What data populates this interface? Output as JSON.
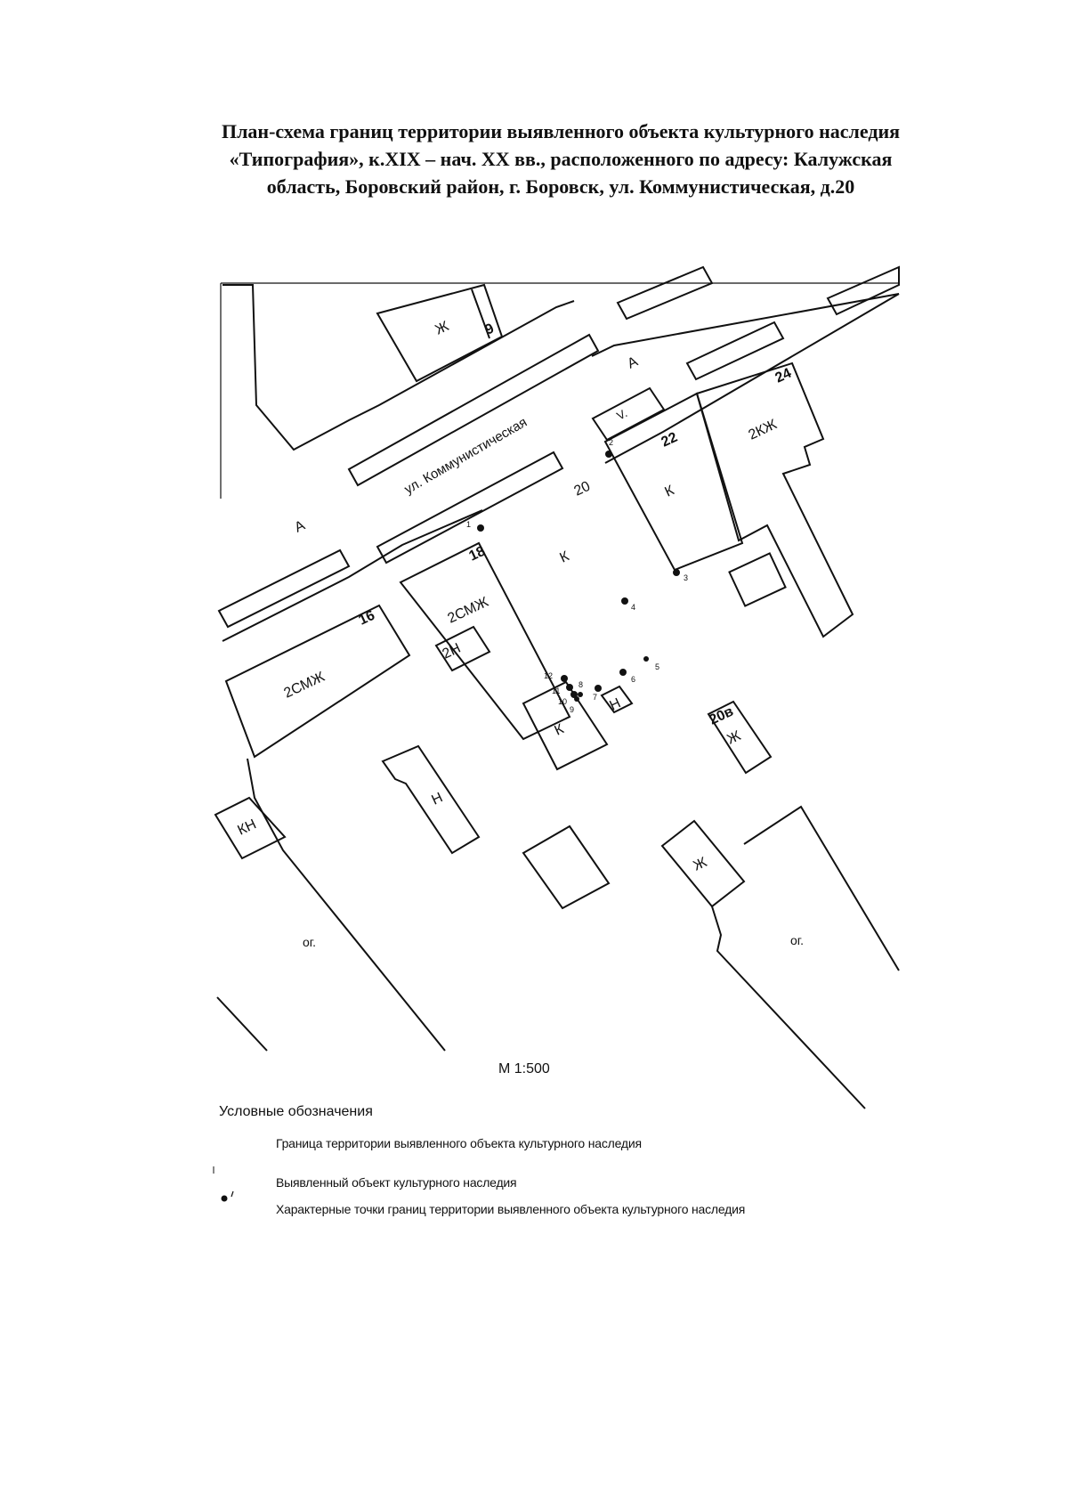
{
  "title": {
    "line1": "План-схема границ территории выявленного объекта культурного наследия",
    "line2": "«Типография», к.XIX – нач. XX вв., расположенного по адресу: Калужская",
    "line3": "область, Боровский район, г. Боровск, ул. Коммунистическая, д.20"
  },
  "map": {
    "street_name": "ул. Коммунистическая",
    "labels": {
      "zh_top": "Ж",
      "num_9": "9",
      "a_upper": "А",
      "a_left": "А",
      "v": "V.",
      "num_22": "22",
      "num_24": "24",
      "kzh2": "2КЖ",
      "num_20": "20",
      "k_building22": "К",
      "k_yard": "К",
      "num_18": "18",
      "smzh2_18": "2СМЖ",
      "n2": "2Н",
      "num_16": "16",
      "smzh2_16": "2СМЖ",
      "k_small": "К",
      "n_small": "Н",
      "num_20v": "20в",
      "zh_20v": "Ж",
      "n_long": "Н",
      "kn": "КН",
      "zh_lower": "Ж",
      "og_left": "ог.",
      "og_right": "ог."
    },
    "boundary_points": [
      "1",
      "2",
      "3",
      "4",
      "5",
      "6",
      "7",
      "8",
      "9",
      "10",
      "11",
      "12"
    ]
  },
  "scale": "М 1:500",
  "legend": {
    "title": "Условные обозначения",
    "items": [
      "Граница территории выявленного объекта культурного наследия",
      "Выявленный объект культурного наследия",
      "Характерные точки границ территории выявленного объекта культурного наследия"
    ]
  },
  "colors": {
    "ink": "#111111",
    "background": "#ffffff"
  }
}
